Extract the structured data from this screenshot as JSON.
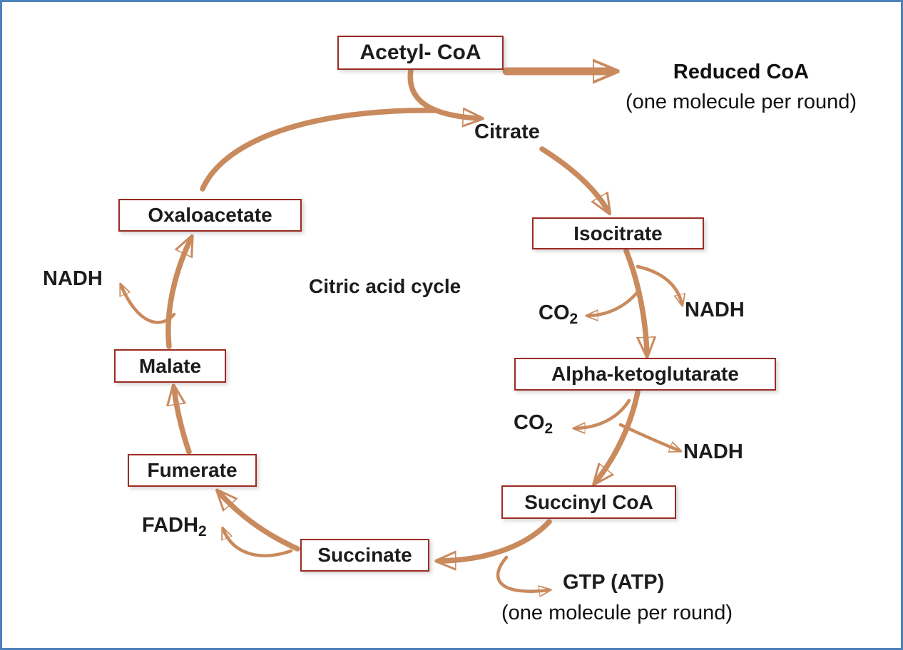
{
  "title": {
    "center_label": "Citric acid cycle"
  },
  "nodes": {
    "acetyl_coa": "Acetyl- CoA",
    "citrate": "Citrate",
    "isocitrate": "Isocitrate",
    "alpha_ketoglutarate": "Alpha-ketoglutarate",
    "succinyl_coa": "Succinyl CoA",
    "succinate": "Succinate",
    "fumerate": "Fumerate",
    "malate": "Malate",
    "oxaloacetate": "Oxaloacetate"
  },
  "outputs": {
    "reduced_coa": "Reduced CoA",
    "reduced_coa_note": "(one molecule per round)",
    "nadh_malate": "NADH",
    "nadh_isocitrate": "NADH",
    "nadh_ketoglutarate": "NADH",
    "co2_isocitrate": {
      "base": "CO",
      "sub": "2"
    },
    "co2_ketoglutarate": {
      "base": "CO",
      "sub": "2"
    },
    "fadh2": {
      "base": "FADH",
      "sub": "2"
    },
    "gtp": "GTP (ATP)",
    "gtp_note": "(one molecule per round)"
  },
  "colors": {
    "arrow": "#c98a5d",
    "box_border": "#9c2b23",
    "frame_border": "#4f81bd",
    "text": "#1c1c1c"
  }
}
